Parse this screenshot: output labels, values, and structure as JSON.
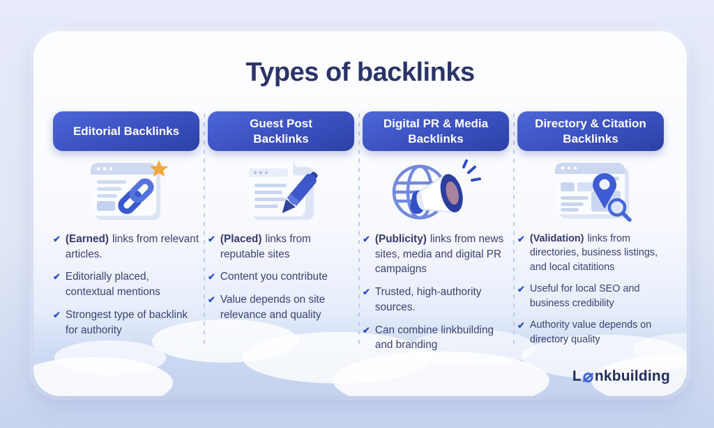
{
  "title": "Types of backlinks",
  "ui": {
    "check_glyph": "✔"
  },
  "brand": {
    "prefix": "L",
    "suffix": "nkbuilding",
    "icon": "link-ring-icon"
  },
  "colors": {
    "pill_gradient_start": "#4d67d6",
    "pill_gradient_end": "#2c41a6",
    "title_navy": "#2b3468",
    "body_text": "#3b4170",
    "check_blue": "#2b4fc5",
    "divider_blue": "#b4c6ec",
    "star_orange": "#f3a83e",
    "link_blue": "#3d5cd3"
  },
  "columns": [
    {
      "header": "Editorial Backlinks",
      "icon": "browser-link-star-icon",
      "bullets": [
        {
          "lead": "(Earned)",
          "rest": "links from relevant articles."
        },
        {
          "lead": "",
          "rest": "Editorially placed, contextual mentions"
        },
        {
          "lead": "",
          "rest": "Strongest type of backlink for authority"
        }
      ]
    },
    {
      "header": "Guest Post Backlinks",
      "icon": "document-pen-icon",
      "bullets": [
        {
          "lead": "(Placed)",
          "rest": "links from reputable sites"
        },
        {
          "lead": "",
          "rest": "Content you contribute"
        },
        {
          "lead": "",
          "rest": "Value depends on site relevance and quality"
        }
      ]
    },
    {
      "header": "Digital PR & Media Backlinks",
      "icon": "globe-megaphone-icon",
      "bullets": [
        {
          "lead": "(Publicity)",
          "rest": "links from news sites, media and digital PR campaigns"
        },
        {
          "lead": "",
          "rest": "Trusted, high-authority sources."
        },
        {
          "lead": "",
          "rest": "Can combine linkbuilding and branding"
        }
      ]
    },
    {
      "header": "Directory & Citation Backlinks",
      "icon": "browser-map-pin-search-icon",
      "bullets": [
        {
          "lead": "(Validation)",
          "rest": "links from directories, business listings, and local citatitions"
        },
        {
          "lead": "",
          "rest": "Useful for local SEO and business credibility"
        },
        {
          "lead": "",
          "rest": "Authority value depends on directory quality"
        }
      ]
    }
  ]
}
